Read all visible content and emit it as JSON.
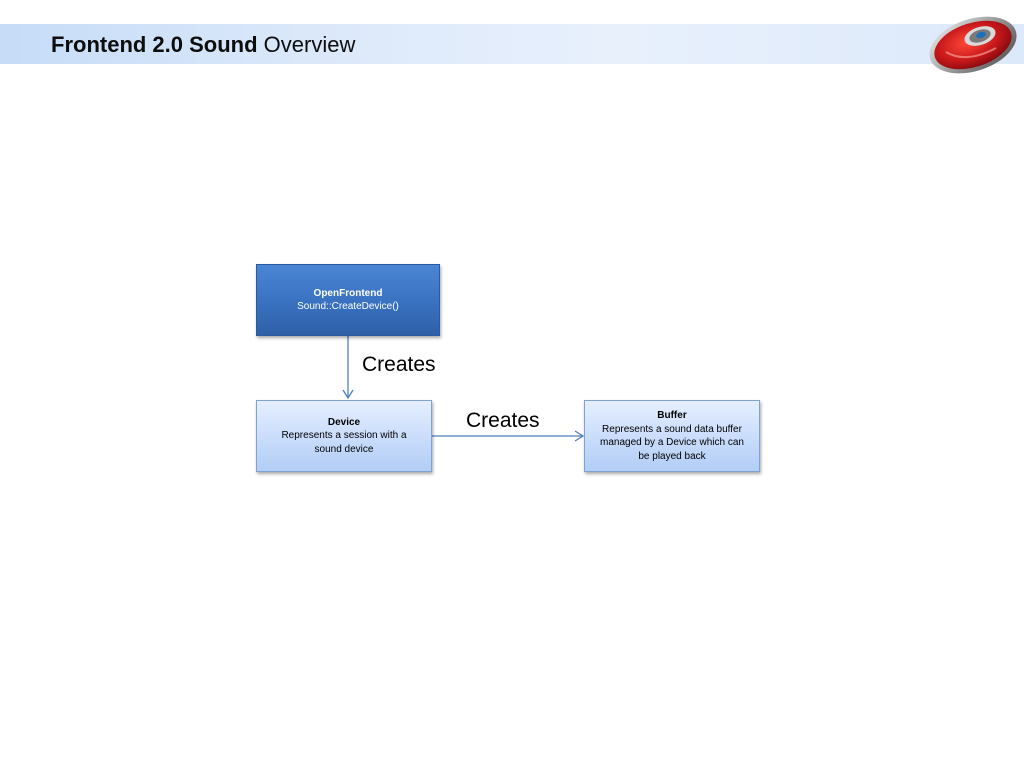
{
  "slide": {
    "title_bold": "Frontend 2.0 Sound",
    "title_rest": " Overview"
  },
  "diagram": {
    "open_frontend": {
      "name": "OpenFrontend",
      "detail": "Sound::CreateDevice()"
    },
    "device": {
      "name": "Device",
      "detail": "Represents a session with a sound device"
    },
    "buffer": {
      "name": "Buffer",
      "detail": "Represents a sound data buffer managed by a Device which can be played back"
    },
    "edge_frontend_device": "Creates",
    "edge_device_buffer": "Creates"
  },
  "colors": {
    "dark_box": "#3a73c2",
    "light_box": "#c8dcfb",
    "connector": "#4f81bd",
    "title_bar": "#dbe8fa"
  },
  "icons": {
    "logo": "red-disc-logo-icon"
  }
}
